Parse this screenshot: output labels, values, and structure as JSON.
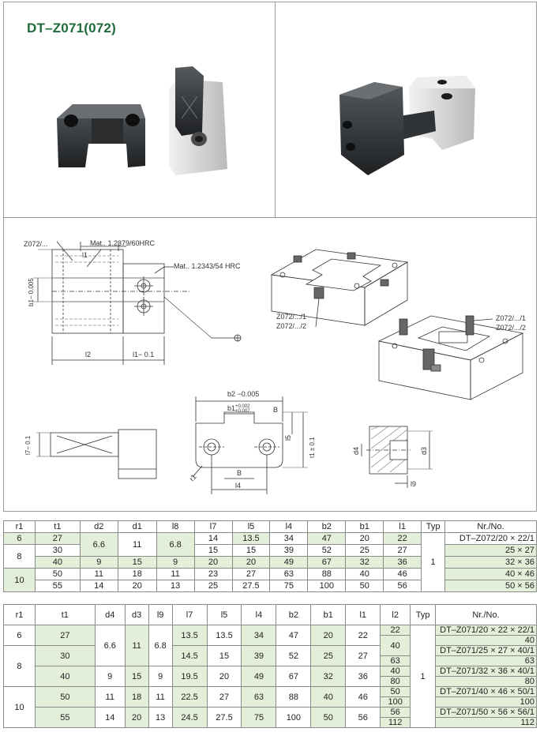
{
  "title": "DT–Z071(072)",
  "drawing": {
    "labels": {
      "z072_top": "Z072/...",
      "mat1": "Mat.. 1.2379/60HRC",
      "mat2": "Mat.. 1.2343/54 HRC",
      "l1": "l1",
      "b1_tol": "b1− 0.005",
      "l2": "l2",
      "l1_tol": "l1− 0.1",
      "assembly1_a": "Z072/.../1",
      "assembly1_b": "Z072/.../2",
      "assembly2_a": "Z072/.../1",
      "assembly2_b": "Z072/.../2",
      "b2_tol": "b2 −0.005",
      "b1_fit": "b1",
      "b1_fit_up": "+0.002",
      "b1_fit_lo": "+0.007",
      "B_top": "B",
      "l5": "l5",
      "t1_tol": "t1 ± 0.1",
      "r1": "r1",
      "B_bottom": "B",
      "l4": "l4",
      "l7_tol": "l7− 0.1",
      "d4": "d4",
      "d3": "d3",
      "l9": "l9"
    }
  },
  "table1": {
    "headers": [
      "r1",
      "t1",
      "d2",
      "d1",
      "l8",
      "l7",
      "l5",
      "l4",
      "b2",
      "b1",
      "l1",
      "Typ",
      "Nr./No."
    ],
    "r1": [
      "6",
      "8",
      "10"
    ],
    "t1": [
      "27",
      "30",
      "40",
      "50",
      "55"
    ],
    "d2": [
      "6.6",
      "9",
      "11",
      "14"
    ],
    "d1": [
      "11",
      "15",
      "18",
      "20"
    ],
    "l8": [
      "6.8",
      "9",
      "11",
      "13"
    ],
    "l7": [
      "14",
      "15",
      "20",
      "23",
      "25"
    ],
    "l5": [
      "13.5",
      "15",
      "20",
      "27",
      "27.5"
    ],
    "l4": [
      "34",
      "39",
      "49",
      "63",
      "75"
    ],
    "b2": [
      "47",
      "52",
      "67",
      "88",
      "100"
    ],
    "b1": [
      "20",
      "25",
      "32",
      "40",
      "50"
    ],
    "l1": [
      "22",
      "27",
      "36",
      "46",
      "56"
    ],
    "typ": "1",
    "nr": [
      "DT–Z072/20 × 22/1",
      "25 × 27",
      "32 × 36",
      "40 × 46",
      "50 × 56"
    ]
  },
  "table2": {
    "headers": [
      "r1",
      "t1",
      "d4",
      "d3",
      "l9",
      "l7",
      "l5",
      "l4",
      "b2",
      "b1",
      "l1",
      "l2",
      "Typ",
      "Nr./No."
    ],
    "r1": [
      "6",
      "8",
      "10"
    ],
    "t1": [
      "27",
      "30",
      "40",
      "50",
      "55"
    ],
    "d4": [
      "6.6",
      "9",
      "11",
      "14"
    ],
    "d3": [
      "11",
      "15",
      "18",
      "20"
    ],
    "l9": [
      "6.8",
      "9",
      "11",
      "13"
    ],
    "l7": [
      "13.5",
      "14.5",
      "19.5",
      "22.5",
      "24.5"
    ],
    "l5": [
      "13.5",
      "15",
      "20",
      "27",
      "27.5"
    ],
    "l4": [
      "34",
      "39",
      "49",
      "63",
      "75"
    ],
    "b2": [
      "47",
      "52",
      "67",
      "88",
      "100"
    ],
    "b1": [
      "20",
      "25",
      "32",
      "40",
      "50"
    ],
    "l1": [
      "22",
      "27",
      "36",
      "46",
      "56"
    ],
    "l2": [
      "22",
      "40",
      "63",
      "40",
      "80",
      "50",
      "100",
      "56",
      "112"
    ],
    "typ": "1",
    "nr": [
      "DT–Z071/20 × 22 × 22/1",
      "40",
      "DT–Z071/25 × 27 × 40/1",
      "63",
      "DT–Z071/32 × 36 × 40/1",
      "80",
      "DT–Z071/40 × 46 × 50/1",
      "100",
      "DT–Z071/50 × 56 × 56/1",
      "112"
    ]
  },
  "colors": {
    "title": "#1f6b3a",
    "cell_green": "#e4efd9",
    "steel_dark": "#2e3133",
    "steel_light": "#d9dadb"
  }
}
